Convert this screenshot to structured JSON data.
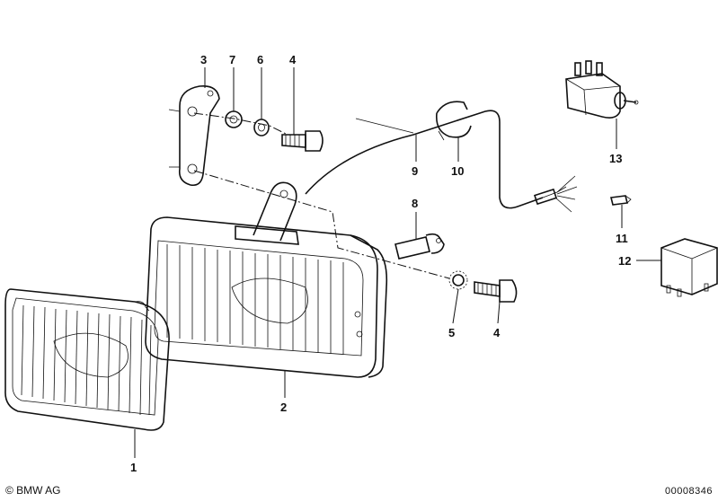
{
  "labels": {
    "p1": "1",
    "p2": "2",
    "p3": "3",
    "p4a": "4",
    "p4b": "4",
    "p5": "5",
    "p6": "6",
    "p7": "7",
    "p8": "8",
    "p9": "9",
    "p10": "10",
    "p11": "11",
    "p12": "12",
    "p13": "13"
  },
  "footer": {
    "copyright": "© BMW AG",
    "diagram_id": "00008346"
  }
}
